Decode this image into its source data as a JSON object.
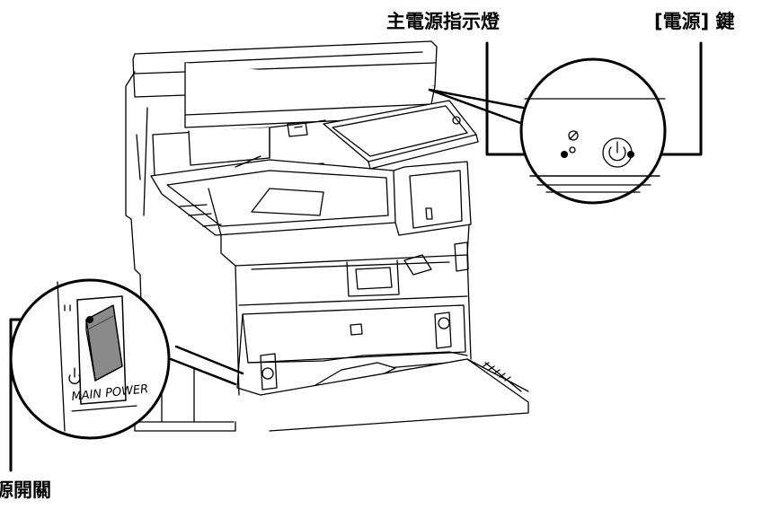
{
  "labels": {
    "main_power_indicator": "主電源指示燈",
    "power_key": "[電源] 鍵",
    "main_power_switch": "源開關"
  },
  "switch_plate_text": "MAIN POWER",
  "icons": [
    "power-symbol-icon",
    "indicator-symbol-icon"
  ],
  "colors": {
    "line": "#000000",
    "switch_gray": "#8a8a8a",
    "background": "#ffffff"
  }
}
